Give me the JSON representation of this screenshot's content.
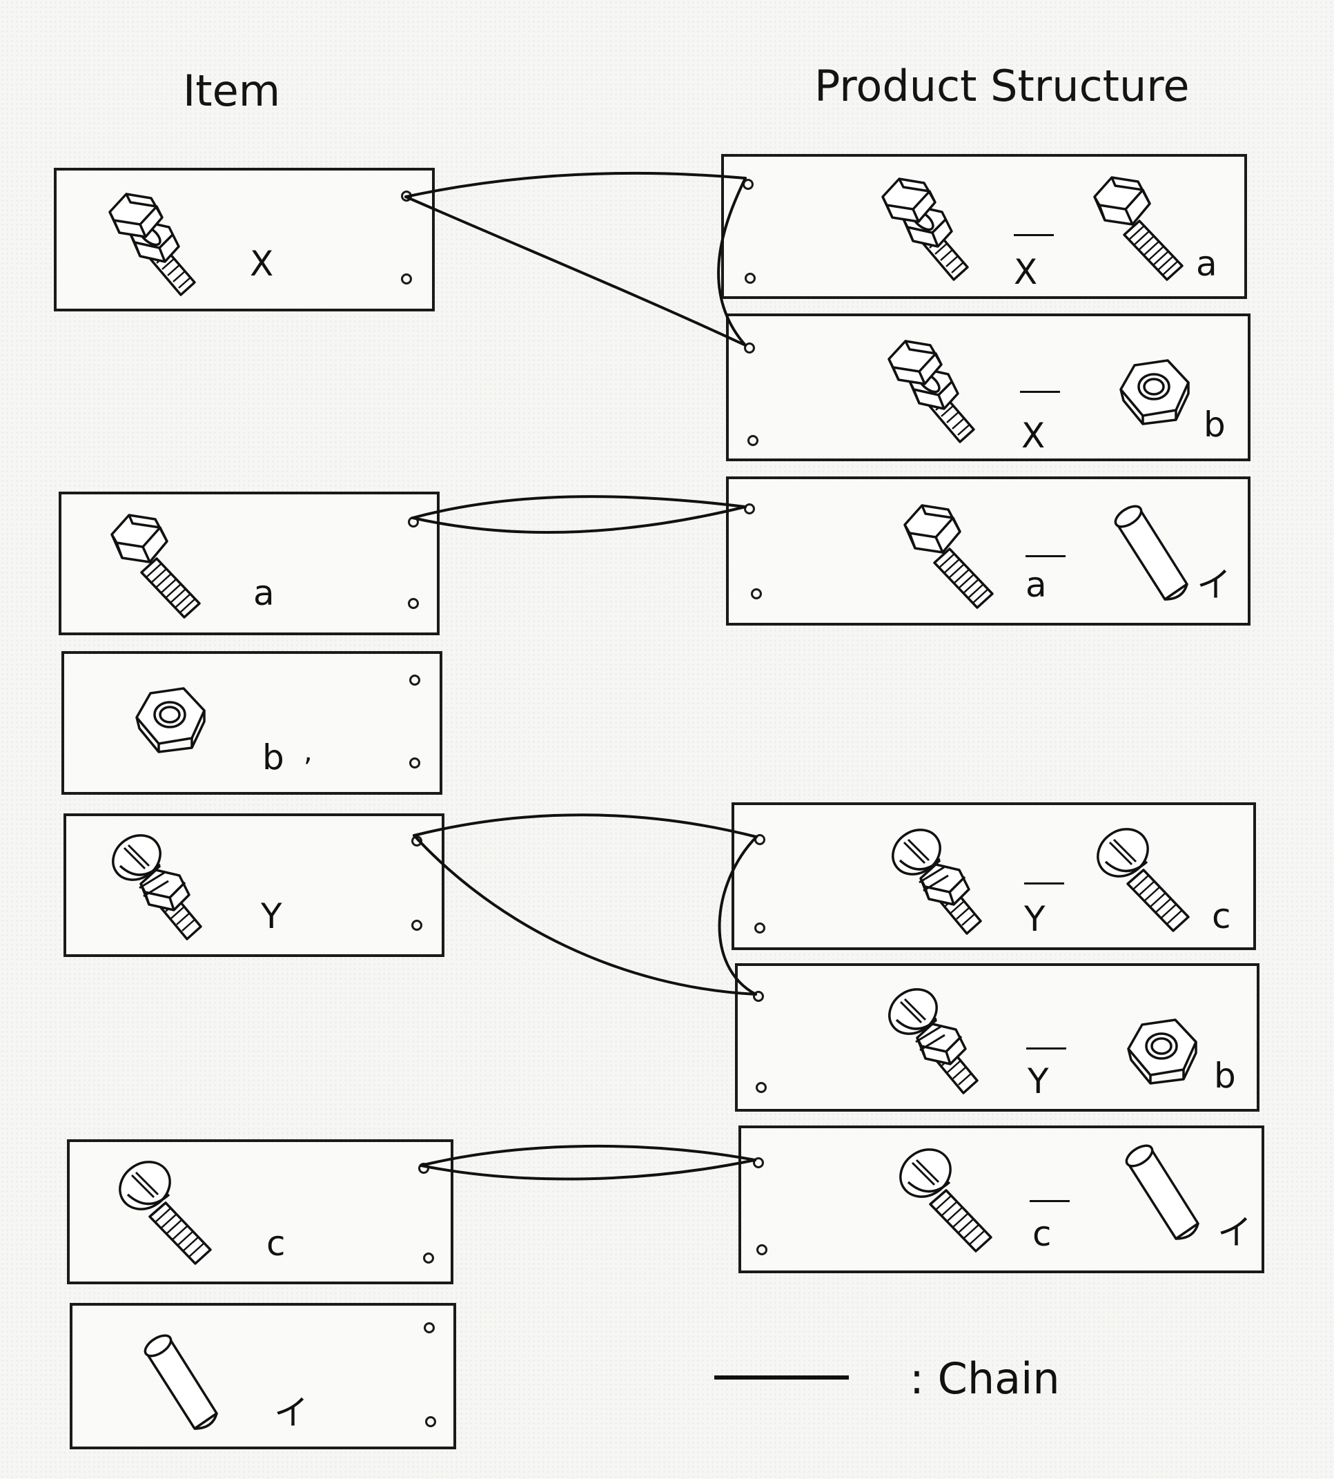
{
  "headings": {
    "item": "Item",
    "product_structure": "Product Structure"
  },
  "item_cards": {
    "x": {
      "label": "X"
    },
    "a": {
      "label": "a"
    },
    "b": {
      "label": "b",
      "mark": ","
    },
    "y": {
      "label": "Y"
    },
    "c": {
      "label": "c"
    },
    "i": {
      "label": "イ"
    }
  },
  "structure_cards": {
    "x_a": {
      "parent": "X",
      "child": "a"
    },
    "x_b": {
      "parent": "X",
      "child": "b"
    },
    "a_i": {
      "parent": "a",
      "child": "イ"
    },
    "y_c": {
      "parent": "Y",
      "child": "c"
    },
    "y_b": {
      "parent": "Y",
      "child": "b"
    },
    "c_i": {
      "parent": "c",
      "child": "イ"
    }
  },
  "icons": {
    "bolt_with_nut": "hex-bolt-with-nut-icon",
    "bolt": "hex-bolt-icon",
    "nut": "hex-nut-icon",
    "round_bolt_with_nut": "round-head-bolt-with-nut-icon",
    "round_bolt": "round-head-bolt-icon",
    "pin": "cylinder-pin-icon"
  },
  "legend": {
    "label": ": Chain"
  },
  "colors": {
    "ink": "#111111",
    "paper": "#f6f6f4"
  }
}
